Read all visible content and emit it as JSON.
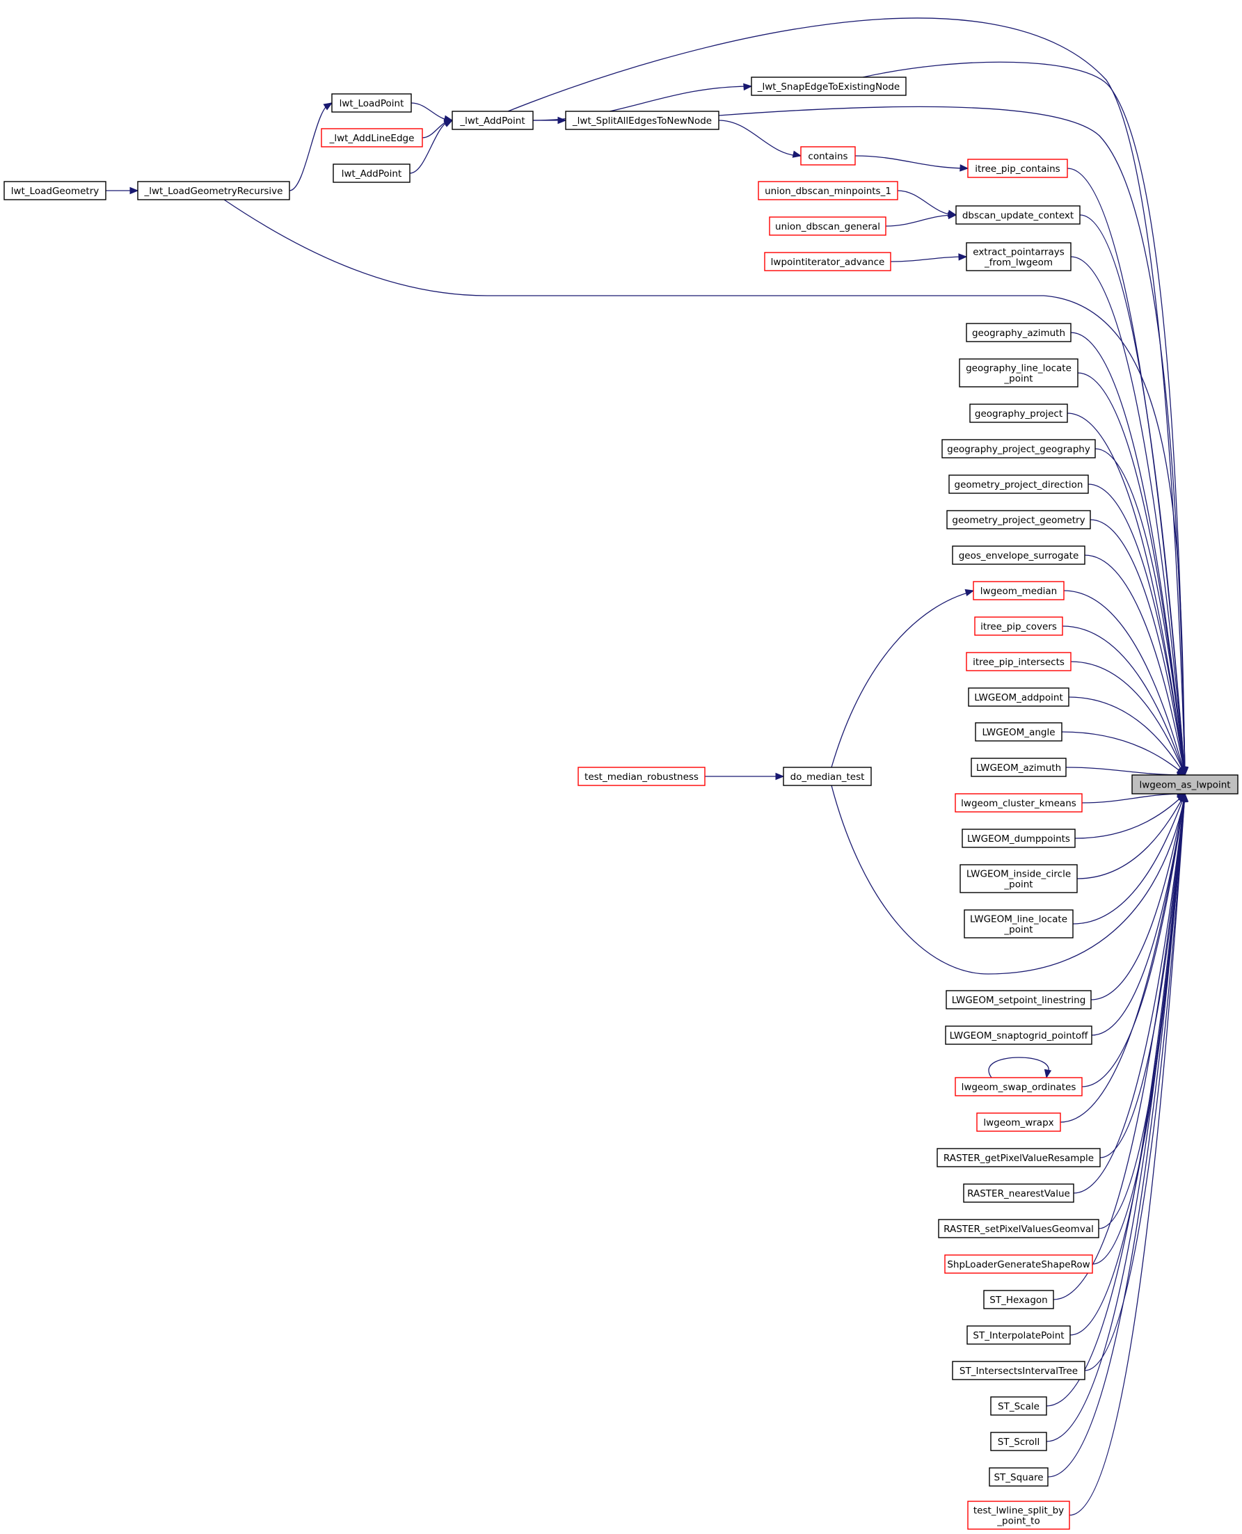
{
  "colors": {
    "edge": "#191970",
    "border_normal": "#000000",
    "border_truncated": "#ff0000",
    "root_fill": "#bfbfbf",
    "background": "#ffffff"
  },
  "nodes": [
    {
      "id": "root",
      "lines": [
        "lwgeom_as_lwpoint"
      ],
      "style": "root"
    },
    {
      "id": "lwt_LoadPoint",
      "lines": [
        "lwt_LoadPoint"
      ],
      "style": "normal"
    },
    {
      "id": "_lwt_AddPoint",
      "lines": [
        "_lwt_AddPoint"
      ],
      "style": "normal"
    },
    {
      "id": "_lwt_AddLineEdge",
      "lines": [
        "_lwt_AddLineEdge"
      ],
      "style": "truncated"
    },
    {
      "id": "lwt_AddPoint",
      "lines": [
        "lwt_AddPoint"
      ],
      "style": "normal"
    },
    {
      "id": "lwt_LoadGeometry",
      "lines": [
        "lwt_LoadGeometry"
      ],
      "style": "normal"
    },
    {
      "id": "_lwt_LoadGeometryRecursive",
      "lines": [
        "_lwt_LoadGeometryRecursive"
      ],
      "style": "normal"
    },
    {
      "id": "_lwt_SnapEdgeToExistingNode",
      "lines": [
        "_lwt_SnapEdgeToExistingNode"
      ],
      "style": "normal"
    },
    {
      "id": "_lwt_SplitAllEdgesToNewNode",
      "lines": [
        "_lwt_SplitAllEdgesToNewNode"
      ],
      "style": "normal"
    },
    {
      "id": "contains",
      "lines": [
        "contains"
      ],
      "style": "truncated"
    },
    {
      "id": "itree_pip_contains",
      "lines": [
        "itree_pip_contains"
      ],
      "style": "truncated"
    },
    {
      "id": "union_dbscan_minpoints_1",
      "lines": [
        "union_dbscan_minpoints_1"
      ],
      "style": "truncated"
    },
    {
      "id": "union_dbscan_general",
      "lines": [
        "union_dbscan_general"
      ],
      "style": "truncated"
    },
    {
      "id": "dbscan_update_context",
      "lines": [
        "dbscan_update_context"
      ],
      "style": "normal"
    },
    {
      "id": "lwpointiterator_advance",
      "lines": [
        "lwpointiterator_advance"
      ],
      "style": "truncated"
    },
    {
      "id": "extract_pointarrays",
      "lines": [
        "extract_pointarrays",
        "_from_lwgeom"
      ],
      "style": "normal"
    },
    {
      "id": "geography_azimuth",
      "lines": [
        "geography_azimuth"
      ],
      "style": "normal"
    },
    {
      "id": "geography_line_locate_point",
      "lines": [
        "geography_line_locate",
        "_point"
      ],
      "style": "normal"
    },
    {
      "id": "geography_project",
      "lines": [
        "geography_project"
      ],
      "style": "normal"
    },
    {
      "id": "geography_project_geography",
      "lines": [
        "geography_project_geography"
      ],
      "style": "normal"
    },
    {
      "id": "geometry_project_direction",
      "lines": [
        "geometry_project_direction"
      ],
      "style": "normal"
    },
    {
      "id": "geometry_project_geometry",
      "lines": [
        "geometry_project_geometry"
      ],
      "style": "normal"
    },
    {
      "id": "geos_envelope_surrogate",
      "lines": [
        "geos_envelope_surrogate"
      ],
      "style": "normal"
    },
    {
      "id": "lwgeom_median",
      "lines": [
        "lwgeom_median"
      ],
      "style": "truncated"
    },
    {
      "id": "itree_pip_covers",
      "lines": [
        "itree_pip_covers"
      ],
      "style": "truncated"
    },
    {
      "id": "itree_pip_intersects",
      "lines": [
        "itree_pip_intersects"
      ],
      "style": "truncated"
    },
    {
      "id": "LWGEOM_addpoint",
      "lines": [
        "LWGEOM_addpoint"
      ],
      "style": "normal"
    },
    {
      "id": "LWGEOM_angle",
      "lines": [
        "LWGEOM_angle"
      ],
      "style": "normal"
    },
    {
      "id": "LWGEOM_azimuth",
      "lines": [
        "LWGEOM_azimuth"
      ],
      "style": "normal"
    },
    {
      "id": "test_median_robustness",
      "lines": [
        "test_median_robustness"
      ],
      "style": "truncated"
    },
    {
      "id": "do_median_test",
      "lines": [
        "do_median_test"
      ],
      "style": "normal"
    },
    {
      "id": "lwgeom_cluster_kmeans",
      "lines": [
        "lwgeom_cluster_kmeans"
      ],
      "style": "truncated"
    },
    {
      "id": "LWGEOM_dumppoints",
      "lines": [
        "LWGEOM_dumppoints"
      ],
      "style": "normal"
    },
    {
      "id": "LWGEOM_inside_circle_point",
      "lines": [
        "LWGEOM_inside_circle",
        "_point"
      ],
      "style": "normal"
    },
    {
      "id": "LWGEOM_line_locate_point",
      "lines": [
        "LWGEOM_line_locate",
        "_point"
      ],
      "style": "normal"
    },
    {
      "id": "LWGEOM_setpoint_linestring",
      "lines": [
        "LWGEOM_setpoint_linestring"
      ],
      "style": "normal"
    },
    {
      "id": "LWGEOM_snaptogrid_pointoff",
      "lines": [
        "LWGEOM_snaptogrid_pointoff"
      ],
      "style": "normal"
    },
    {
      "id": "lwgeom_swap_ordinates",
      "lines": [
        "lwgeom_swap_ordinates"
      ],
      "style": "truncated"
    },
    {
      "id": "lwgeom_wrapx",
      "lines": [
        "lwgeom_wrapx"
      ],
      "style": "truncated"
    },
    {
      "id": "RASTER_getPixelValueResample",
      "lines": [
        "RASTER_getPixelValueResample"
      ],
      "style": "normal"
    },
    {
      "id": "RASTER_nearestValue",
      "lines": [
        "RASTER_nearestValue"
      ],
      "style": "normal"
    },
    {
      "id": "RASTER_setPixelValuesGeomval",
      "lines": [
        "RASTER_setPixelValuesGeomval"
      ],
      "style": "normal"
    },
    {
      "id": "ShpLoaderGenerateShapeRow",
      "lines": [
        "ShpLoaderGenerateShapeRow"
      ],
      "style": "truncated"
    },
    {
      "id": "ST_Hexagon",
      "lines": [
        "ST_Hexagon"
      ],
      "style": "normal"
    },
    {
      "id": "ST_InterpolatePoint",
      "lines": [
        "ST_InterpolatePoint"
      ],
      "style": "normal"
    },
    {
      "id": "ST_IntersectsIntervalTree",
      "lines": [
        "ST_IntersectsIntervalTree"
      ],
      "style": "normal"
    },
    {
      "id": "ST_Scale",
      "lines": [
        "ST_Scale"
      ],
      "style": "normal"
    },
    {
      "id": "ST_Scroll",
      "lines": [
        "ST_Scroll"
      ],
      "style": "normal"
    },
    {
      "id": "ST_Square",
      "lines": [
        "ST_Square"
      ],
      "style": "normal"
    },
    {
      "id": "test_lwline_split_by_point_to",
      "lines": [
        "test_lwline_split_by",
        "_point_to"
      ],
      "style": "truncated"
    }
  ],
  "edges": [
    {
      "from": "_lwt_AddPoint",
      "to": "root"
    },
    {
      "from": "lwt_LoadPoint",
      "to": "_lwt_AddPoint"
    },
    {
      "from": "_lwt_AddLineEdge",
      "to": "_lwt_AddPoint"
    },
    {
      "from": "lwt_AddPoint",
      "to": "_lwt_AddPoint"
    },
    {
      "from": "_lwt_LoadGeometryRecursive",
      "to": "lwt_LoadPoint"
    },
    {
      "from": "lwt_LoadGeometry",
      "to": "_lwt_LoadGeometryRecursive"
    },
    {
      "from": "_lwt_LoadGeometryRecursive",
      "to": "root"
    },
    {
      "from": "_lwt_SnapEdgeToExistingNode",
      "to": "root"
    },
    {
      "from": "_lwt_AddPoint",
      "to": "_lwt_SnapEdgeToExistingNode"
    },
    {
      "from": "_lwt_SplitAllEdgesToNewNode",
      "to": "root"
    },
    {
      "from": "_lwt_AddPoint",
      "to": "_lwt_SplitAllEdgesToNewNode"
    },
    {
      "from": "_lwt_SplitAllEdgesToNewNode",
      "to": "contains"
    },
    {
      "from": "contains",
      "to": "itree_pip_contains"
    },
    {
      "from": "itree_pip_contains",
      "to": "root"
    },
    {
      "from": "union_dbscan_minpoints_1",
      "to": "dbscan_update_context"
    },
    {
      "from": "union_dbscan_general",
      "to": "dbscan_update_context"
    },
    {
      "from": "dbscan_update_context",
      "to": "root"
    },
    {
      "from": "lwpointiterator_advance",
      "to": "extract_pointarrays"
    },
    {
      "from": "extract_pointarrays",
      "to": "root"
    },
    {
      "from": "geography_azimuth",
      "to": "root"
    },
    {
      "from": "geography_line_locate_point",
      "to": "root"
    },
    {
      "from": "geography_project",
      "to": "root"
    },
    {
      "from": "geography_project_geography",
      "to": "root"
    },
    {
      "from": "geometry_project_direction",
      "to": "root"
    },
    {
      "from": "geometry_project_geometry",
      "to": "root"
    },
    {
      "from": "geos_envelope_surrogate",
      "to": "root"
    },
    {
      "from": "lwgeom_median",
      "to": "root"
    },
    {
      "from": "do_median_test",
      "to": "lwgeom_median"
    },
    {
      "from": "itree_pip_covers",
      "to": "root"
    },
    {
      "from": "itree_pip_intersects",
      "to": "root"
    },
    {
      "from": "LWGEOM_addpoint",
      "to": "root"
    },
    {
      "from": "LWGEOM_angle",
      "to": "root"
    },
    {
      "from": "LWGEOM_azimuth",
      "to": "root"
    },
    {
      "from": "test_median_robustness",
      "to": "do_median_test"
    },
    {
      "from": "do_median_test",
      "to": "root"
    },
    {
      "from": "lwgeom_cluster_kmeans",
      "to": "root"
    },
    {
      "from": "LWGEOM_dumppoints",
      "to": "root"
    },
    {
      "from": "LWGEOM_inside_circle_point",
      "to": "root"
    },
    {
      "from": "LWGEOM_line_locate_point",
      "to": "root"
    },
    {
      "from": "LWGEOM_setpoint_linestring",
      "to": "root"
    },
    {
      "from": "LWGEOM_snaptogrid_pointoff",
      "to": "root"
    },
    {
      "from": "lwgeom_swap_ordinates",
      "to": "root"
    },
    {
      "from": "lwgeom_swap_ordinates",
      "to": "lwgeom_swap_ordinates"
    },
    {
      "from": "lwgeom_wrapx",
      "to": "root"
    },
    {
      "from": "RASTER_getPixelValueResample",
      "to": "root"
    },
    {
      "from": "RASTER_nearestValue",
      "to": "root"
    },
    {
      "from": "RASTER_setPixelValuesGeomval",
      "to": "root"
    },
    {
      "from": "ShpLoaderGenerateShapeRow",
      "to": "root"
    },
    {
      "from": "ST_Hexagon",
      "to": "root"
    },
    {
      "from": "ST_InterpolatePoint",
      "to": "root"
    },
    {
      "from": "ST_IntersectsIntervalTree",
      "to": "root"
    },
    {
      "from": "ST_Scale",
      "to": "root"
    },
    {
      "from": "ST_Scroll",
      "to": "root"
    },
    {
      "from": "ST_Square",
      "to": "root"
    },
    {
      "from": "test_lwline_split_by_point_to",
      "to": "root"
    }
  ]
}
